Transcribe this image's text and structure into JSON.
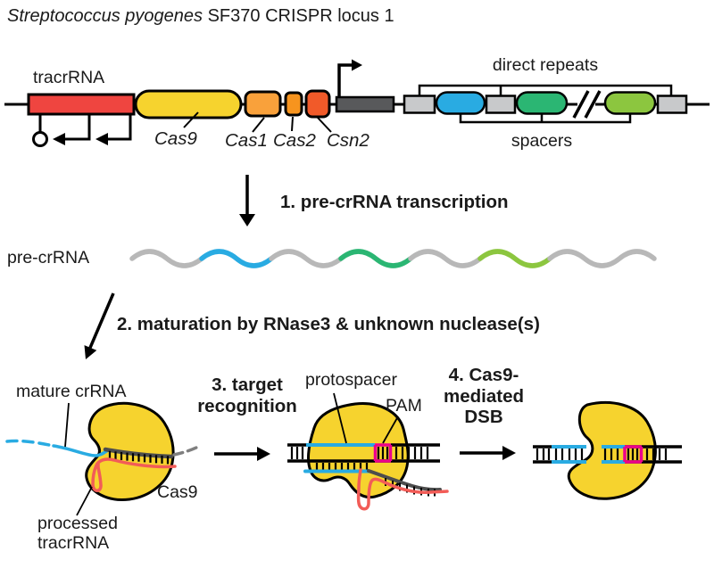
{
  "title": {
    "species_italic": "Streptococcus pyogenes",
    "rest": " SF370 CRISPR locus 1"
  },
  "locus": {
    "tracrrna_label": "tracrRNA",
    "cas9_label": "Cas9",
    "cas1_label": "Cas1",
    "cas2_label": "Cas2",
    "csn2_label": "Csn2",
    "direct_repeats_label": "direct repeats",
    "spacers_label": "spacers"
  },
  "steps": {
    "step1": "1. pre-crRNA transcription",
    "step2": "2. maturation by RNase3 & unknown nuclease(s)",
    "step3": "3. target\nrecognition",
    "step4": "4. Cas9-\nmediated\nDSB"
  },
  "precrrna": {
    "label": "pre-crRNA"
  },
  "complexes": {
    "mature_crrna_label": "mature crRNA",
    "processed_tracrrna_label": "processed\ntracrRNA",
    "cas9_label": "Cas9",
    "protospacer_label": "protospacer",
    "pam_label": "PAM"
  },
  "colors": {
    "tracrrna_red": "#EF4540",
    "cas9_yellow": "#F6D32E",
    "cas1_orange": "#F9A13B",
    "cas2_orange": "#F7941E",
    "csn2_orange": "#F15A29",
    "leader_gray": "#58595B",
    "repeat_gray": "#C8C9CB",
    "spacer_blue": "#29ABE2",
    "spacer_green": "#2BB673",
    "spacer_lightgreen": "#8CC63F",
    "rna_gray": "#B8B8B8",
    "repeat_line_gray": "#4D4D4D",
    "dash_gray": "#7F7F7F",
    "tracrrna_line_red": "#F25C57",
    "pam_magenta": "#EC008C",
    "outline_black": "#000000"
  }
}
